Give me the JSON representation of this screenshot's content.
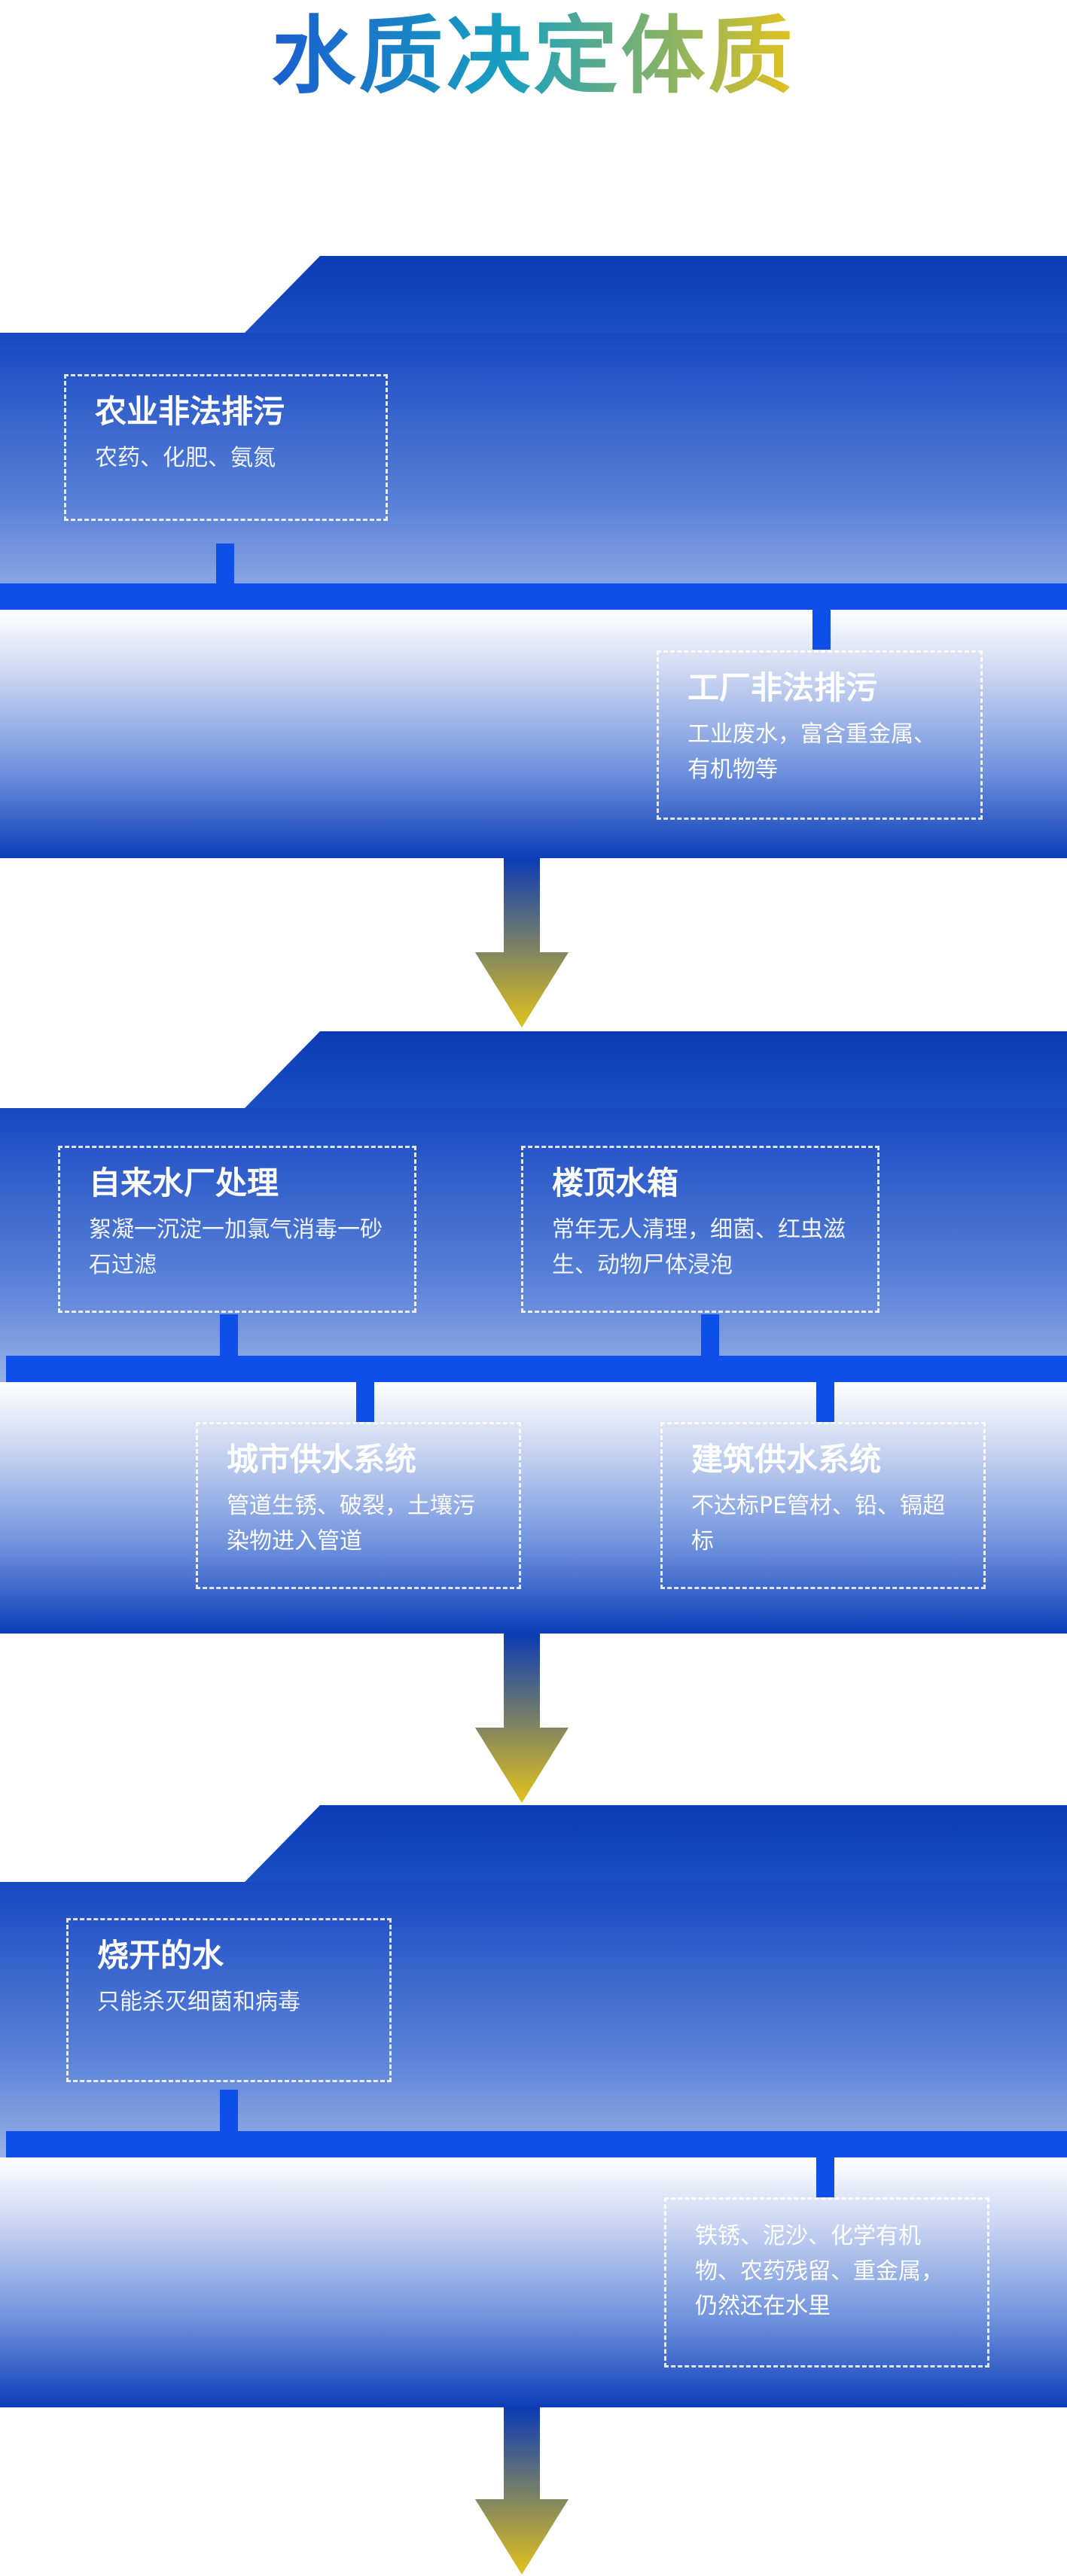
{
  "title": "水质决定体质",
  "colors": {
    "blue": "#0f4fe9",
    "gold": "#e2c21c",
    "deep_blue": "#0b3bb5"
  },
  "section1": {
    "box1": {
      "title": "农业非法排污",
      "desc": "农药、化肥、氨氮"
    },
    "box2": {
      "title": "工厂非法排污",
      "desc": "工业废水，富含重金属、有机物等"
    }
  },
  "section2": {
    "box1": {
      "title": "自来水厂处理",
      "desc": "絮凝一沉淀一加氯气消毒一砂石过滤"
    },
    "box2": {
      "title": "楼顶水箱",
      "desc": "常年无人清理，细菌、红虫滋生、动物尸体浸泡"
    },
    "box3": {
      "title": "城市供水系统",
      "desc": "管道生锈、破裂，土壤污染物进入管道"
    },
    "box4": {
      "title": "建筑供水系统",
      "desc": "不达标PE管材、铅、镉超标"
    }
  },
  "section3": {
    "box1": {
      "title": "烧开的水",
      "desc": "只能杀灭细菌和病毒"
    },
    "box2": {
      "desc": "铁锈、泥沙、化学有机物、农药残留、重金属，仍然还在水里"
    }
  },
  "icons": [
    "arrow-down-icon"
  ]
}
